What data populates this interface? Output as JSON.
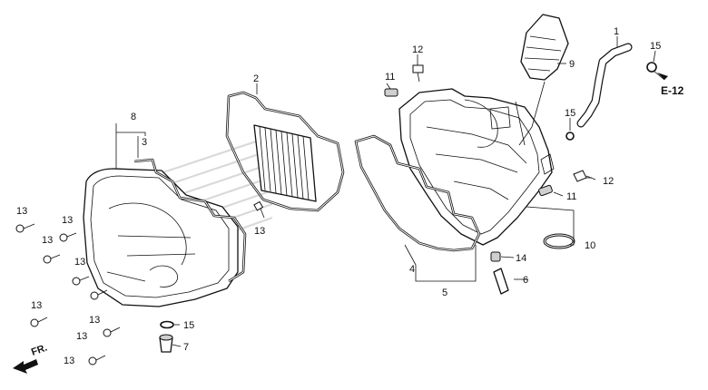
{
  "callouts": {
    "c1": "1",
    "c2": "2",
    "c3": "3",
    "c4": "4",
    "c5": "5",
    "c6": "6",
    "c7": "7",
    "c8": "8",
    "c9": "9",
    "c10": "10",
    "c11a": "11",
    "c11b": "11",
    "c12a": "12",
    "c12b": "12",
    "c13_filter": "13",
    "c13_1": "13",
    "c13_2": "13",
    "c13_3": "13",
    "c13_4": "13",
    "c13_5": "13",
    "c13_6": "13",
    "c13_7": "13",
    "c13_8": "13",
    "c14": "14",
    "c15_top": "15",
    "c15_mid": "15",
    "c15_left": "15"
  },
  "reference": "E-12",
  "front_indicator": "FR."
}
